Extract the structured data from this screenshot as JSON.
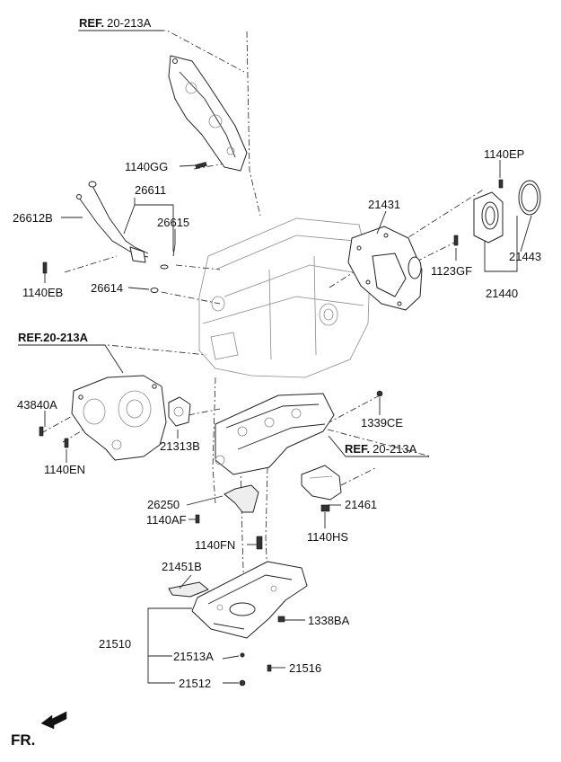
{
  "references": [
    {
      "prefix": "REF.",
      "code": "20-213A"
    },
    {
      "prefix": "REF.",
      "code": "20-213A"
    },
    {
      "prefix": "REF.",
      "code": "20-213A"
    }
  ],
  "labels": {
    "p1140GG": "1140GG",
    "p26611": "26611",
    "p26612B": "26612B",
    "p26615": "26615",
    "p1140EB": "1140EB",
    "p26614": "26614",
    "p1140EP": "1140EP",
    "p21431": "21431",
    "p21443": "21443",
    "p1123GF": "1123GF",
    "p21440": "21440",
    "p43840A": "43840A",
    "p1140EN": "1140EN",
    "p21313B": "21313B",
    "p1339CE": "1339CE",
    "p26250": "26250",
    "p1140AF": "1140AF",
    "p21461": "21461",
    "p1140HS": "1140HS",
    "p1140FN": "1140FN",
    "p21451B": "21451B",
    "p1338BA": "1338BA",
    "p21510": "21510",
    "p21513A": "21513A",
    "p21516": "21516",
    "p21512": "21512"
  },
  "orientation": {
    "label": "FR."
  }
}
